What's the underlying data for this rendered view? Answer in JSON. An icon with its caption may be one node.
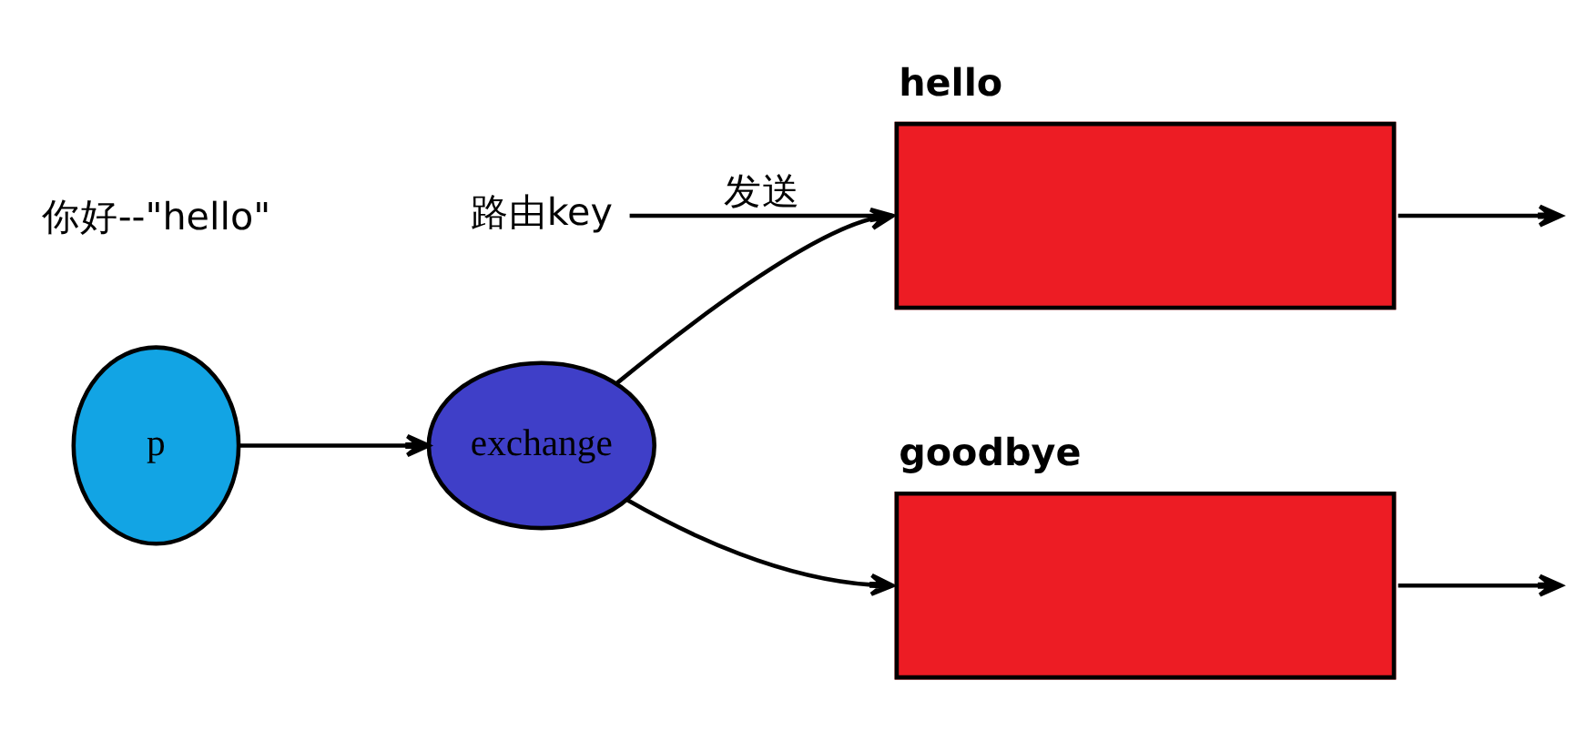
{
  "diagram": {
    "nodes": [
      {
        "text": [
          "p"
        ]
      },
      {
        "text": [
          "exchange"
        ]
      },
      {
        "text": [
          "hello"
        ]
      },
      {
        "text": [
          "goodbye"
        ]
      },
      {
        "text": [
          "路由key"
        ]
      }
    ],
    "edges": [
      {
        "from": 0,
        "to": 1,
        "arrow": "to"
      },
      {
        "from": 1,
        "to": 2,
        "arrow": "to"
      },
      {
        "from": 1,
        "to": 3,
        "arrow": "to"
      },
      {
        "from": 2,
        "to": null,
        "arrow": "to"
      },
      {
        "from": 3,
        "to": null,
        "arrow": "to"
      },
      {
        "from": 4,
        "to": 2,
        "arrow": "none",
        "label": "发送"
      }
    ],
    "labels": [
      "你好--\"hello\""
    ]
  }
}
